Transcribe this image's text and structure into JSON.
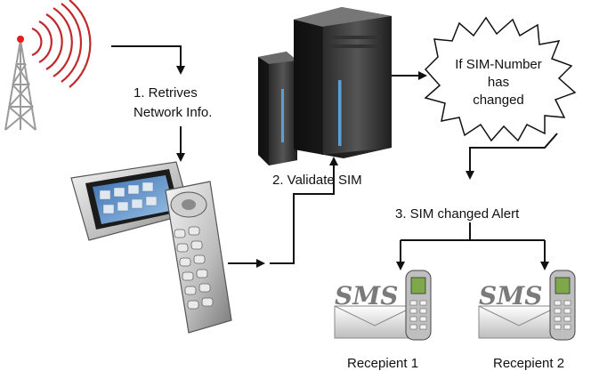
{
  "labels": {
    "step1": "1. Retrives",
    "step1_line2": "Network Info.",
    "step2": "2. Validate SIM",
    "condition_line1": "If SIM-Number",
    "condition_line2": "has",
    "condition_line3": "changed",
    "step3": "3. SIM changed Alert",
    "recipient1": "Recepient 1",
    "recipient2": "Recepient 2",
    "sms_badge": "SMS"
  },
  "icons": {
    "tower": "cell-tower-icon",
    "phone": "smartphone-icon",
    "server": "server-icon",
    "burst": "starburst-icon",
    "sms": "sms-envelope-icon"
  },
  "colors": {
    "signal": "#c0282b",
    "tower": "#9a9a9a",
    "arrow": "#111111",
    "server_dark": "#1b1b1b",
    "server_light": "#4b4b4b",
    "server_accent": "#5aa0d8"
  }
}
